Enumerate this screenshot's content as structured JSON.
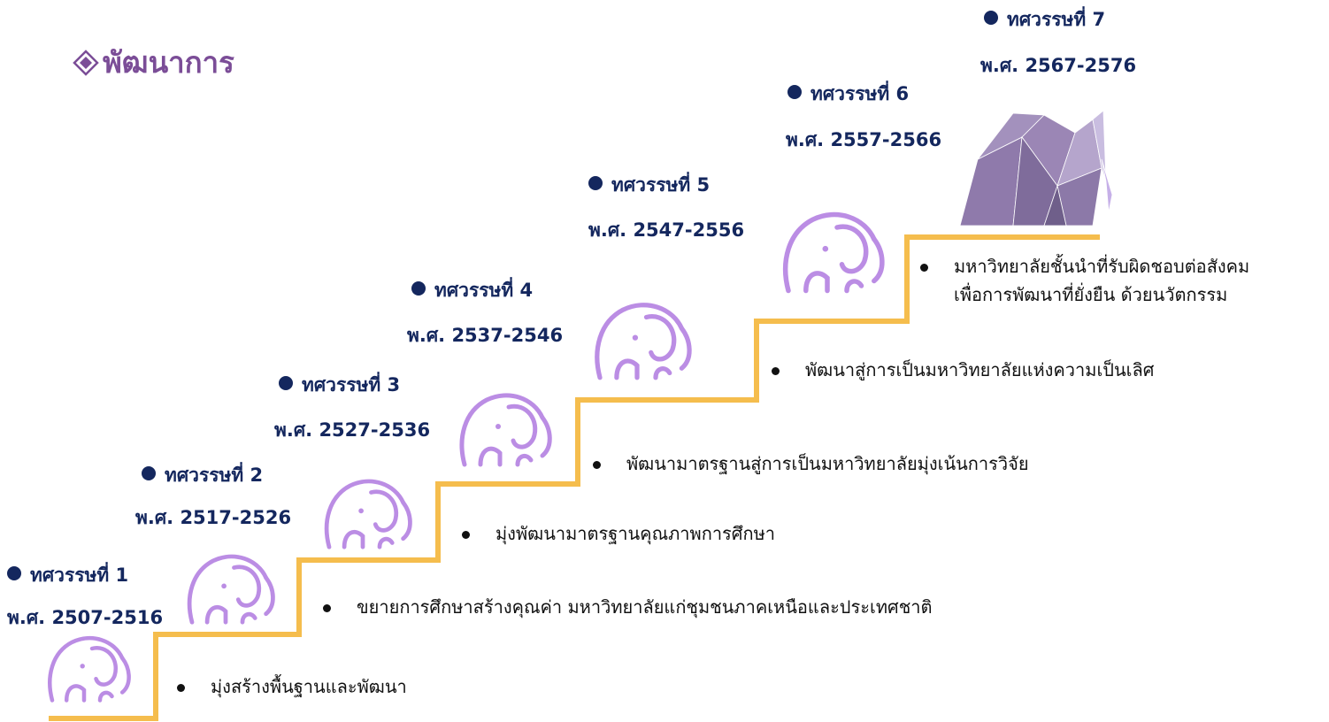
{
  "title": "พัฒนาการ",
  "colors": {
    "title": "#7b4d97",
    "text": "#14275e",
    "stair": "#f5bd4d",
    "elephant": "#b07ae0",
    "origami": "#9d87b8"
  },
  "decades": [
    {
      "label": "ทศวรรษที่ 1",
      "period": "พ.ศ. 2507-2516",
      "goal": [
        "มุ่งสร้างพื้นฐานและพัฒนา"
      ]
    },
    {
      "label": "ทศวรรษที่ 2",
      "period": "พ.ศ. 2517-2526",
      "goal": [
        "ขยายการศึกษาสร้างคุณค่า มหาวิทยาลัยแก่ชุมชนภาคเหนือและประเทศชาติ"
      ]
    },
    {
      "label": "ทศวรรษที่ 3",
      "period": "พ.ศ. 2527-2536",
      "goal": [
        "มุ่งพัฒนามาตรฐานคุณภาพการศึกษา"
      ]
    },
    {
      "label": "ทศวรรษที่ 4",
      "period": "พ.ศ. 2537-2546",
      "goal": [
        "พัฒนามาตรฐานสู่การเป็นมหาวิทยาลัยมุ่งเน้นการวิจัย"
      ]
    },
    {
      "label": "ทศวรรษที่ 5",
      "period": "พ.ศ. 2547-2556",
      "goal": []
    },
    {
      "label": "ทศวรรษที่ 6",
      "period": "พ.ศ. 2557-2566",
      "goal": [
        "พัฒนาสู่การเป็นมหาวิทยาลัยแห่งความเป็นเลิศ"
      ]
    },
    {
      "label": "ทศวรรษที่ 7",
      "period": "พ.ศ. 2567-2576",
      "goal": [
        "มหาวิทยาลัยชั้นนำที่รับผิดชอบต่อสังคม",
        "เพื่อการพัฒนาที่ยั่งยืน ด้วยนวัตกรรม"
      ]
    }
  ]
}
